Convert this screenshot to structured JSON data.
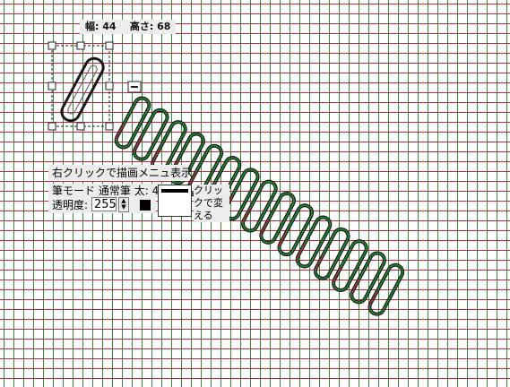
{
  "selection_info": {
    "width_label": "幅:",
    "width_value": "44",
    "height_label": "高さ:",
    "height_value": "68"
  },
  "hint": "右クリックで描画メニュ表示",
  "pen": {
    "mode_label": "筆モード",
    "mode_value": "通常筆",
    "thickness_label": "太:",
    "thickness_value": "4",
    "opacity_label": "透明度:",
    "opacity_value": "255",
    "color": "#000000",
    "preview_hint": "クリックで変える"
  },
  "grid": {
    "background": "#ffffff",
    "vertical_color": "#2e8b3e",
    "horizontal_color": "#c0283c"
  },
  "stroke": {
    "outer_color": "#1a1a1a",
    "inner_color": "#1f8a32",
    "accent_color": "#c0283c"
  },
  "icons": [
    "spin-up-icon",
    "spin-down-icon",
    "resize-handle-icon"
  ]
}
